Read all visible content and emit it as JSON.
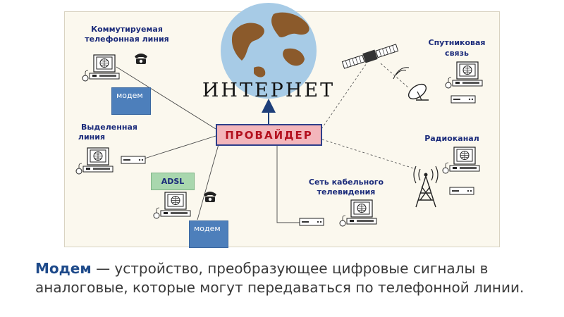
{
  "diagram": {
    "internet_label": "ИНТЕРНЕТ",
    "provider_label": "ПРОВАЙДЕР",
    "labels": {
      "dialup_line1": "Коммутируемая",
      "dialup_line2": "телефонная линия",
      "dedicated_line1": "Выделенная",
      "dedicated_line2": "линия",
      "adsl": "ADSL",
      "satellite_line1": "Спутниковая",
      "satellite_line2": "связь",
      "radio": "Радиоканал",
      "cable_line1": "Сеть кабельного",
      "cable_line2": "телевидения"
    },
    "modem_box_top": "модем",
    "modem_box_bottom": "модем"
  },
  "caption": {
    "term": "Модем",
    "definition": " — устройство, преобразующее цифровые сигналы в аналоговые, которые могут передаваться по телефонной линии."
  },
  "colors": {
    "frame_bg": "#fbf8ee",
    "provider_fill": "#f3b6bb",
    "provider_text": "#b3101e",
    "modem_box": "#4d7fbb",
    "adsl_fill": "#a9d7ae",
    "label_text": "#1a2a7a",
    "term_text": "#1e4a8a"
  }
}
